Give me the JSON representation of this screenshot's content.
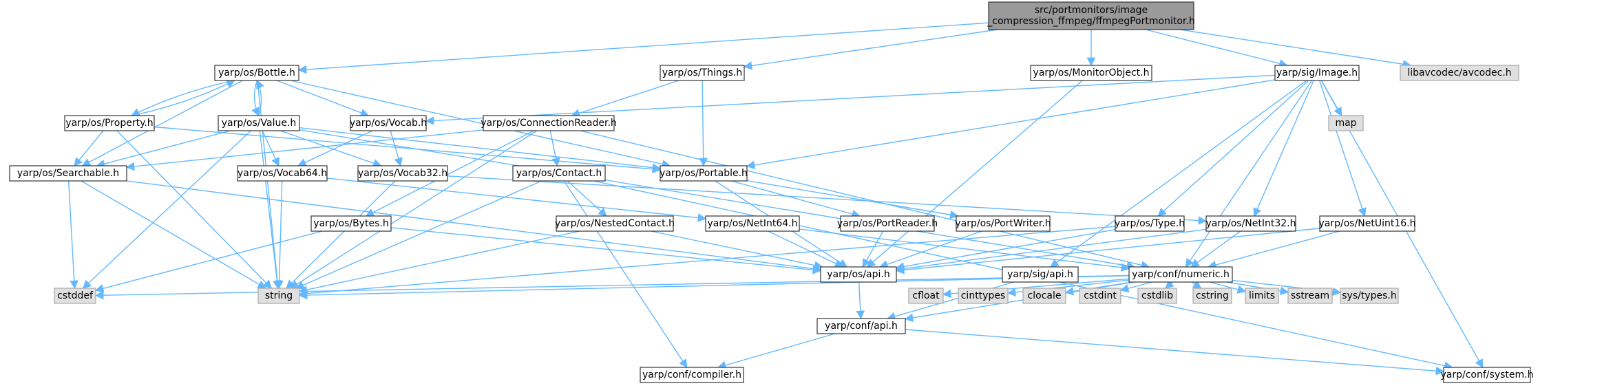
{
  "diagram": {
    "title": "Include dependency graph for ffmpegPortmonitor.h",
    "colors": {
      "edge": "#63b8ff",
      "root_fill": "#9a9a9a",
      "local_fill": "#ffffff",
      "external_fill": "#e0e0e0"
    },
    "nodes": [
      {
        "id": "root",
        "kind": "root",
        "lines": [
          "src/portmonitors/image",
          "_compression_ffmpeg/ffmpegPortmonitor.h"
        ]
      },
      {
        "id": "bottle",
        "kind": "local",
        "lines": [
          "yarp/os/Bottle.h"
        ]
      },
      {
        "id": "things",
        "kind": "local",
        "lines": [
          "yarp/os/Things.h"
        ]
      },
      {
        "id": "monitorobject",
        "kind": "local",
        "lines": [
          "yarp/os/MonitorObject.h"
        ]
      },
      {
        "id": "image",
        "kind": "local",
        "lines": [
          "yarp/sig/Image.h"
        ]
      },
      {
        "id": "avcodec",
        "kind": "external",
        "lines": [
          "libavcodec/avcodec.h"
        ]
      },
      {
        "id": "property",
        "kind": "local",
        "lines": [
          "yarp/os/Property.h"
        ]
      },
      {
        "id": "value",
        "kind": "local",
        "lines": [
          "yarp/os/Value.h"
        ]
      },
      {
        "id": "vocab",
        "kind": "local",
        "lines": [
          "yarp/os/Vocab.h"
        ]
      },
      {
        "id": "connectionreader",
        "kind": "local",
        "lines": [
          "yarp/os/ConnectionReader.h"
        ]
      },
      {
        "id": "map",
        "kind": "external",
        "lines": [
          "map"
        ]
      },
      {
        "id": "searchable",
        "kind": "local",
        "lines": [
          "yarp/os/Searchable.h"
        ]
      },
      {
        "id": "vocab64",
        "kind": "local",
        "lines": [
          "yarp/os/Vocab64.h"
        ]
      },
      {
        "id": "vocab32",
        "kind": "local",
        "lines": [
          "yarp/os/Vocab32.h"
        ]
      },
      {
        "id": "contact",
        "kind": "local",
        "lines": [
          "yarp/os/Contact.h"
        ]
      },
      {
        "id": "portable",
        "kind": "local",
        "lines": [
          "yarp/os/Portable.h"
        ]
      },
      {
        "id": "bytes",
        "kind": "local",
        "lines": [
          "yarp/os/Bytes.h"
        ]
      },
      {
        "id": "nestedcontact",
        "kind": "local",
        "lines": [
          "yarp/os/NestedContact.h"
        ]
      },
      {
        "id": "netint64",
        "kind": "local",
        "lines": [
          "yarp/os/NetInt64.h"
        ]
      },
      {
        "id": "portreader",
        "kind": "local",
        "lines": [
          "yarp/os/PortReader.h"
        ]
      },
      {
        "id": "portwriter",
        "kind": "local",
        "lines": [
          "yarp/os/PortWriter.h"
        ]
      },
      {
        "id": "type",
        "kind": "local",
        "lines": [
          "yarp/os/Type.h"
        ]
      },
      {
        "id": "netint32",
        "kind": "local",
        "lines": [
          "yarp/os/NetInt32.h"
        ]
      },
      {
        "id": "netuint16",
        "kind": "local",
        "lines": [
          "yarp/os/NetUint16.h"
        ]
      },
      {
        "id": "osapi",
        "kind": "local",
        "lines": [
          "yarp/os/api.h"
        ]
      },
      {
        "id": "sigapi",
        "kind": "local",
        "lines": [
          "yarp/sig/api.h"
        ]
      },
      {
        "id": "numeric",
        "kind": "local",
        "lines": [
          "yarp/conf/numeric.h"
        ]
      },
      {
        "id": "cstddef",
        "kind": "external",
        "lines": [
          "cstddef"
        ]
      },
      {
        "id": "string",
        "kind": "external",
        "lines": [
          "string"
        ]
      },
      {
        "id": "confapi",
        "kind": "local",
        "lines": [
          "yarp/conf/api.h"
        ]
      },
      {
        "id": "cfloat",
        "kind": "external",
        "lines": [
          "cfloat"
        ]
      },
      {
        "id": "cinttypes",
        "kind": "external",
        "lines": [
          "cinttypes"
        ]
      },
      {
        "id": "clocale",
        "kind": "external",
        "lines": [
          "clocale"
        ]
      },
      {
        "id": "cstdint",
        "kind": "external",
        "lines": [
          "cstdint"
        ]
      },
      {
        "id": "cstdlib",
        "kind": "external",
        "lines": [
          "cstdlib"
        ]
      },
      {
        "id": "cstring",
        "kind": "external",
        "lines": [
          "cstring"
        ]
      },
      {
        "id": "limits",
        "kind": "external",
        "lines": [
          "limits"
        ]
      },
      {
        "id": "sstream",
        "kind": "external",
        "lines": [
          "sstream"
        ]
      },
      {
        "id": "systypes",
        "kind": "external",
        "lines": [
          "sys/types.h"
        ]
      },
      {
        "id": "compiler",
        "kind": "local",
        "lines": [
          "yarp/conf/compiler.h"
        ]
      },
      {
        "id": "system",
        "kind": "local",
        "lines": [
          "yarp/conf/system.h"
        ]
      }
    ],
    "edges": [
      [
        "root",
        "bottle"
      ],
      [
        "root",
        "things"
      ],
      [
        "root",
        "monitorobject"
      ],
      [
        "root",
        "image"
      ],
      [
        "root",
        "avcodec"
      ],
      [
        "bottle",
        "property"
      ],
      [
        "bottle",
        "value"
      ],
      [
        "bottle",
        "vocab"
      ],
      [
        "bottle",
        "searchable"
      ],
      [
        "bottle",
        "portable"
      ],
      [
        "bottle",
        "string"
      ],
      [
        "property",
        "bottle"
      ],
      [
        "property",
        "searchable"
      ],
      [
        "property",
        "portable"
      ],
      [
        "property",
        "string"
      ],
      [
        "value",
        "bottle"
      ],
      [
        "value",
        "searchable"
      ],
      [
        "value",
        "vocab64"
      ],
      [
        "value",
        "vocab32"
      ],
      [
        "value",
        "portable"
      ],
      [
        "value",
        "cstddef"
      ],
      [
        "value",
        "string"
      ],
      [
        "value",
        "numeric"
      ],
      [
        "vocab",
        "vocab64"
      ],
      [
        "vocab",
        "vocab32"
      ],
      [
        "things",
        "connectionreader"
      ],
      [
        "things",
        "portable"
      ],
      [
        "connectionreader",
        "searchable"
      ],
      [
        "connectionreader",
        "contact"
      ],
      [
        "connectionreader",
        "bytes"
      ],
      [
        "connectionreader",
        "string"
      ],
      [
        "connectionreader",
        "numeric"
      ],
      [
        "searchable",
        "osapi"
      ],
      [
        "searchable",
        "cstddef"
      ],
      [
        "searchable",
        "string"
      ],
      [
        "vocab64",
        "string"
      ],
      [
        "vocab64",
        "netint64"
      ],
      [
        "vocab32",
        "string"
      ],
      [
        "vocab32",
        "netint32"
      ],
      [
        "contact",
        "nestedcontact"
      ],
      [
        "contact",
        "string"
      ],
      [
        "contact",
        "compiler"
      ],
      [
        "contact",
        "system"
      ],
      [
        "portable",
        "portreader"
      ],
      [
        "portable",
        "portwriter"
      ],
      [
        "portable",
        "osapi"
      ],
      [
        "bytes",
        "cstddef"
      ],
      [
        "bytes",
        "osapi"
      ],
      [
        "nestedcontact",
        "osapi"
      ],
      [
        "nestedcontact",
        "string"
      ],
      [
        "netint64",
        "osapi"
      ],
      [
        "netint64",
        "numeric"
      ],
      [
        "portreader",
        "osapi"
      ],
      [
        "portwriter",
        "osapi"
      ],
      [
        "monitorobject",
        "osapi"
      ],
      [
        "image",
        "vocab"
      ],
      [
        "image",
        "portable"
      ],
      [
        "image",
        "map"
      ],
      [
        "image",
        "type"
      ],
      [
        "image",
        "netint32"
      ],
      [
        "image",
        "netuint16"
      ],
      [
        "image",
        "sigapi"
      ],
      [
        "image",
        "numeric"
      ],
      [
        "image",
        "system"
      ],
      [
        "type",
        "osapi"
      ],
      [
        "type",
        "string"
      ],
      [
        "netint32",
        "osapi"
      ],
      [
        "netint32",
        "numeric"
      ],
      [
        "netuint16",
        "osapi"
      ],
      [
        "netuint16",
        "numeric"
      ],
      [
        "osapi",
        "confapi"
      ],
      [
        "sigapi",
        "confapi"
      ],
      [
        "numeric",
        "cstddef"
      ],
      [
        "numeric",
        "string"
      ],
      [
        "numeric",
        "cfloat"
      ],
      [
        "numeric",
        "cinttypes"
      ],
      [
        "numeric",
        "clocale"
      ],
      [
        "numeric",
        "cstdint"
      ],
      [
        "numeric",
        "cstdlib"
      ],
      [
        "numeric",
        "cstring"
      ],
      [
        "numeric",
        "limits"
      ],
      [
        "numeric",
        "sstream"
      ],
      [
        "numeric",
        "systypes"
      ],
      [
        "numeric",
        "confapi"
      ],
      [
        "confapi",
        "compiler"
      ],
      [
        "confapi",
        "system"
      ]
    ]
  }
}
